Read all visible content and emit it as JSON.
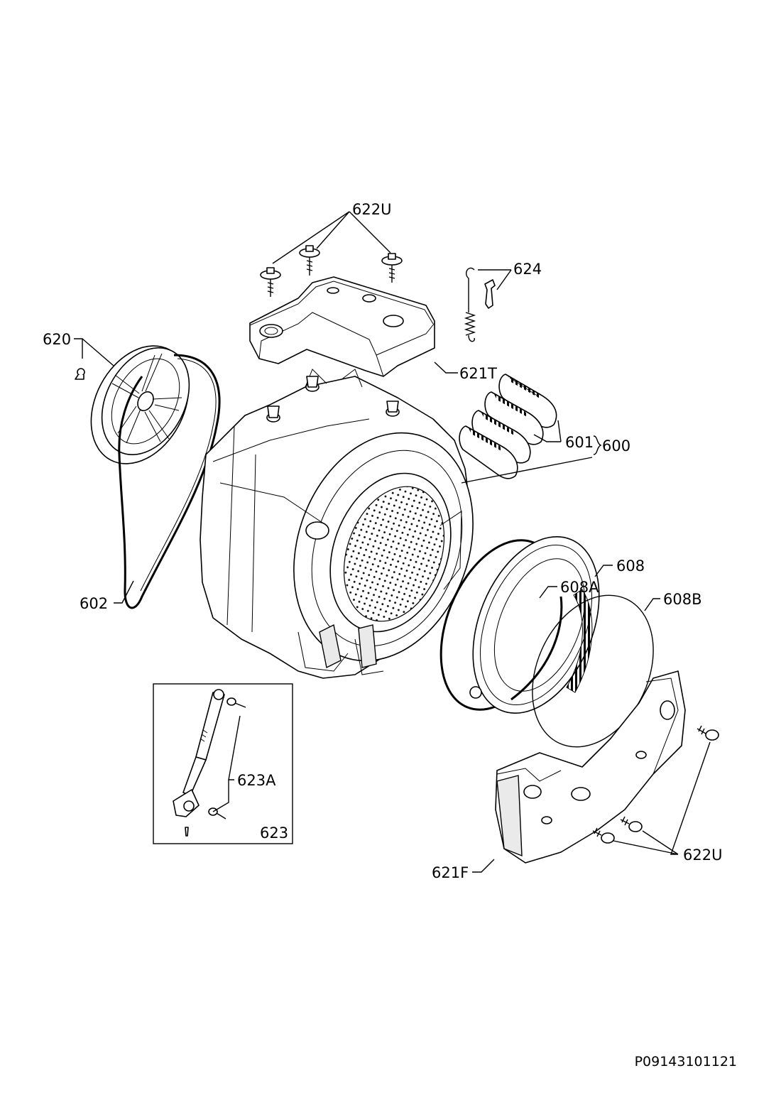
{
  "labels": {
    "l600": "600",
    "l601": "601",
    "l602": "602",
    "l608": "608",
    "l608A": "608A",
    "l608B": "608B",
    "l620": "620",
    "l621F": "621F",
    "l621T": "621T",
    "l622U_top": "622U",
    "l622U_bottom": "622U",
    "l623": "623",
    "l623A": "623A",
    "l624": "624"
  },
  "drawing_code": "P09143101121"
}
